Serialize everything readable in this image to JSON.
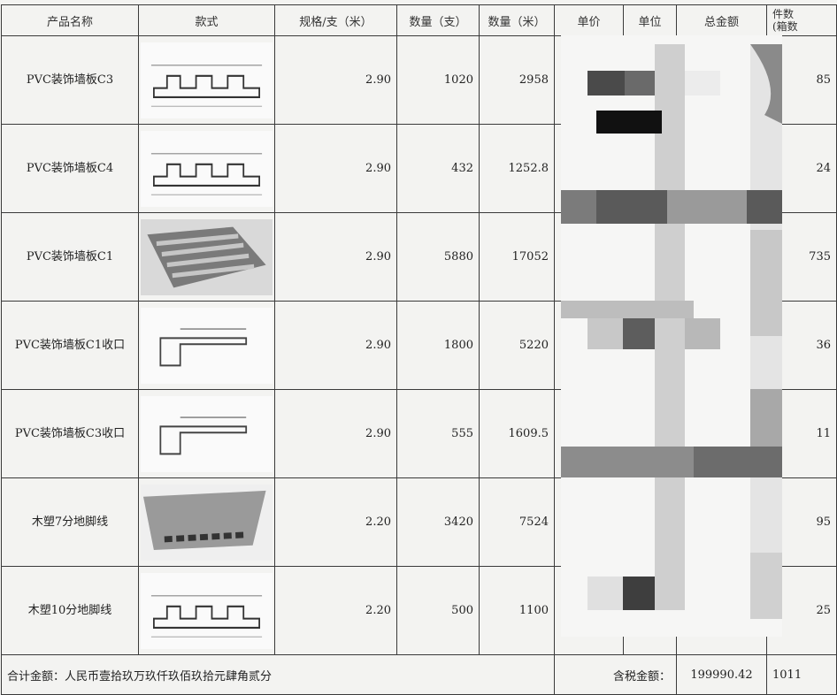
{
  "table": {
    "headers": {
      "name": "产品名称",
      "style": "款式",
      "spec": "规格/支（米）",
      "qty_pcs": "数量（支）",
      "qty_m": "数量（米）",
      "unit_price": "单价",
      "unit": "单位",
      "total": "总金额",
      "boxes_line1": "件数",
      "boxes_line2": "(箱数"
    },
    "rows": [
      {
        "name": "PVC装饰墙板C3",
        "thumb": "profile-drawing",
        "spec": "2.90",
        "qty_pcs": "1020",
        "qty_m": "2958",
        "boxes": "85"
      },
      {
        "name": "PVC装饰墙板C4",
        "thumb": "profile-drawing",
        "spec": "2.90",
        "qty_pcs": "432",
        "qty_m": "1252.8",
        "boxes": "24"
      },
      {
        "name": "PVC装饰墙板C1",
        "thumb": "photo-panel",
        "spec": "2.90",
        "qty_pcs": "5880",
        "qty_m": "17052",
        "boxes": "735"
      },
      {
        "name": "PVC装饰墙板C1收口",
        "thumb": "trim-drawing",
        "spec": "2.90",
        "qty_pcs": "1800",
        "qty_m": "5220",
        "boxes": "36"
      },
      {
        "name": "PVC装饰墙板C3收口",
        "thumb": "trim-drawing",
        "spec": "2.90",
        "qty_pcs": "555",
        "qty_m": "1609.5",
        "boxes": "11"
      },
      {
        "name": "木塑7分地脚线",
        "thumb": "photo-skirting",
        "spec": "2.20",
        "qty_pcs": "3420",
        "qty_m": "7524",
        "boxes": "95"
      },
      {
        "name": "木塑10分地脚线",
        "thumb": "profile-drawing",
        "spec": "2.20",
        "qty_pcs": "500",
        "qty_m": "1100",
        "boxes": "25"
      }
    ],
    "footer": {
      "amount_words": "合计金额：人民币壹拾玖万玖仟玖佰玖拾元肆角贰分",
      "tax_label": "含税金额：",
      "total_value": "199990.42",
      "boxes_total": "1011"
    }
  }
}
